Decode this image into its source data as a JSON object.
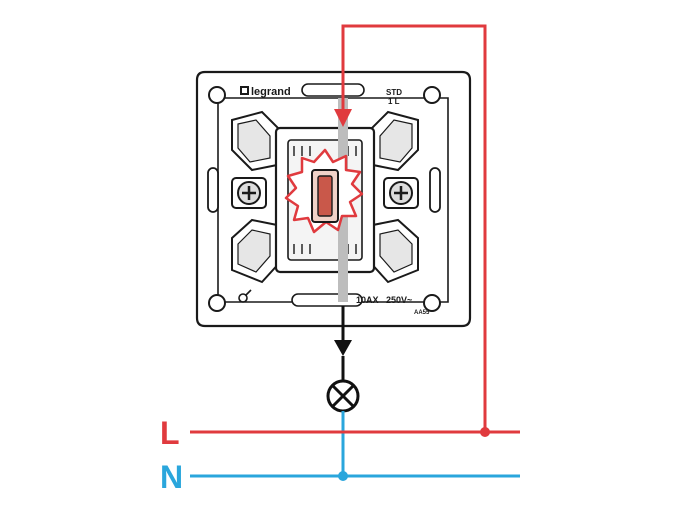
{
  "brand": "legrand",
  "model": {
    "line1": "STD",
    "line2": "1 L"
  },
  "rating": {
    "current": "10AX",
    "voltage": "250V~",
    "code": "AA55"
  },
  "lines": [
    {
      "id": "live",
      "label": "L",
      "color": "#e03a3e"
    },
    {
      "id": "neutral",
      "label": "N",
      "color": "#2aa6dc"
    }
  ],
  "colors": {
    "load_wire": "#111111",
    "actuator": "#f0d2c8",
    "outline": "#1a1a1a",
    "flash": "#e03a3e"
  },
  "icons": [
    "lamp-icon",
    "earth-symbol-icon",
    "legrand-logo-icon"
  ]
}
